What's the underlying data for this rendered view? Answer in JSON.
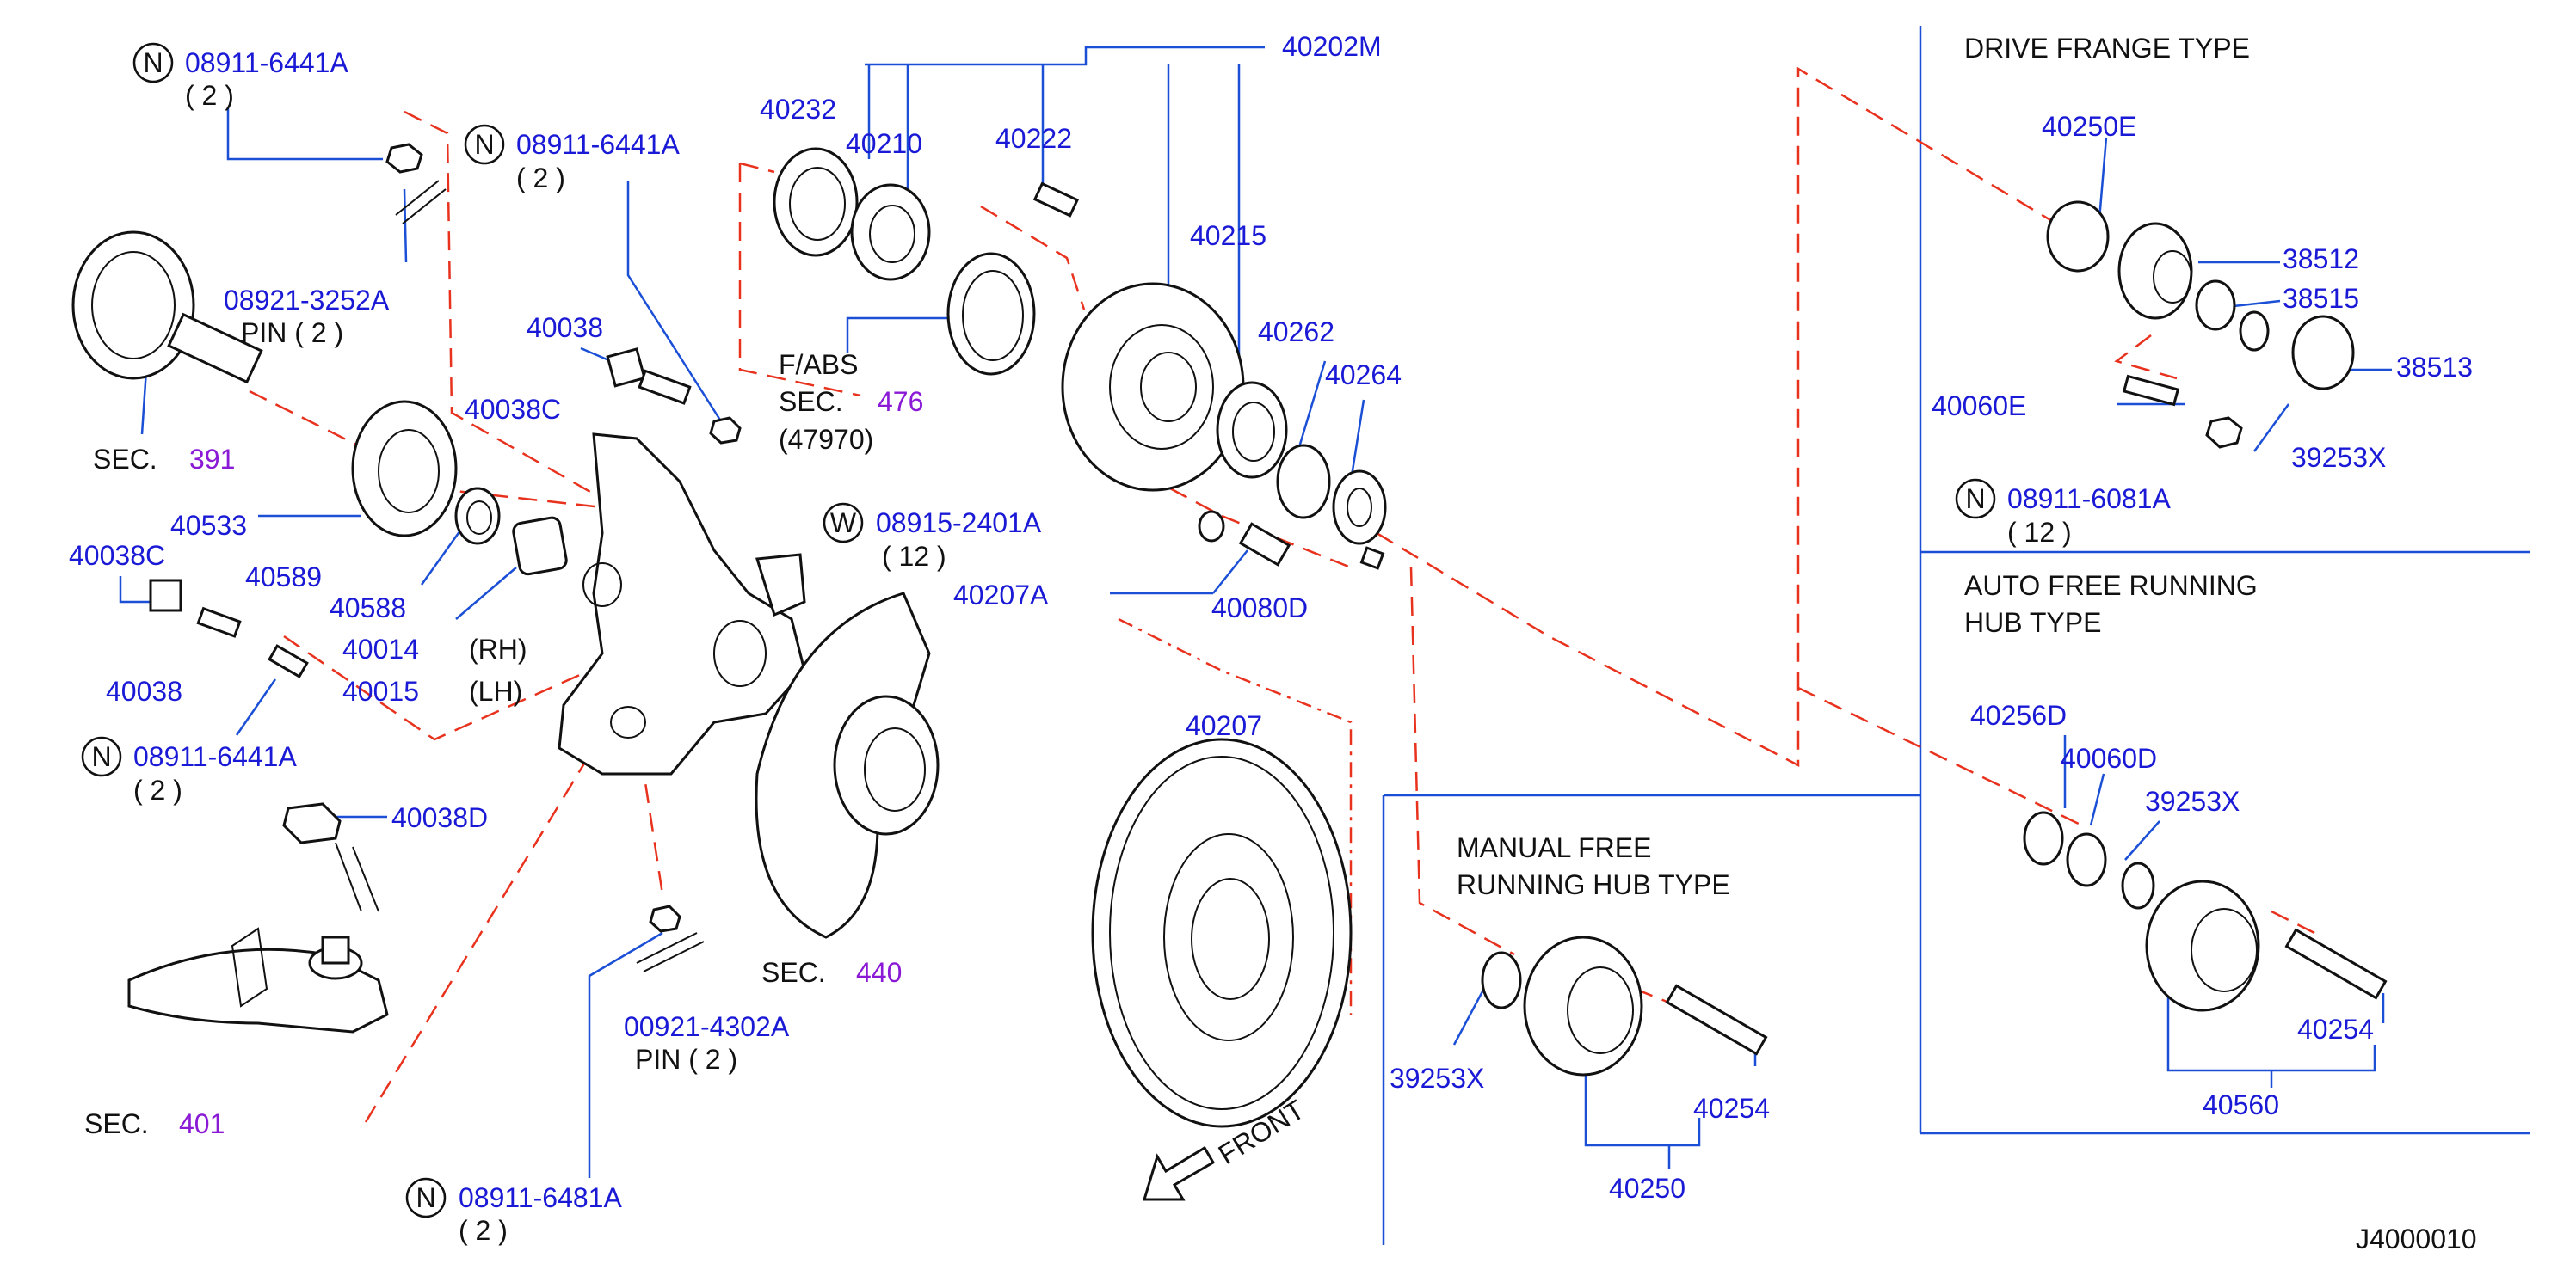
{
  "colors": {
    "part_number": "#1a1ad6",
    "section_ref": "#8a1ad6",
    "leader": "#1a4fd6",
    "phantom": "#e8321e",
    "text": "#111111"
  },
  "callouts": {
    "c1": {
      "code": "08911-6441A",
      "qty": "( 2 )",
      "mark": "N"
    },
    "c2": {
      "code": "08911-6441A",
      "qty": "( 2 )",
      "mark": "N"
    },
    "c3": {
      "code": "08921-3252A",
      "sub": "PIN  ( 2 )"
    },
    "c4": {
      "code": "08911-6441A",
      "qty": "( 2 )",
      "mark": "N"
    },
    "c5": {
      "code": "08915-2401A",
      "qty": "( 12 )",
      "mark": "W"
    },
    "c6": {
      "code": "00921-4302A",
      "sub": "PIN  ( 2 )"
    },
    "c7": {
      "code": "08911-6481A",
      "qty": "( 2 )",
      "mark": "N"
    },
    "c8": {
      "code": "08911-6081A",
      "qty": "( 12 )",
      "mark": "N"
    }
  },
  "parts": {
    "p40202M": "40202M",
    "p40232": "40232",
    "p40210": "40210",
    "p40222": "40222",
    "p40215": "40215",
    "p40262": "40262",
    "p40264": "40264",
    "p40038": "40038",
    "p40038C_a": "40038C",
    "p40038C_b": "40038C",
    "p40533": "40533",
    "p40589": "40589",
    "p40588": "40588",
    "p40014": "40014",
    "p40015": "40015",
    "p40038_b": "40038",
    "p40038D": "40038D",
    "p40207A": "40207A",
    "p40080D": "40080D",
    "p40207": "40207",
    "p40250E": "40250E",
    "p38512": "38512",
    "p38515": "38515",
    "p38513": "38513",
    "p40060E": "40060E",
    "p39253X_a": "39253X",
    "p40256D": "40256D",
    "p40060D": "40060D",
    "p39253X_b": "39253X",
    "p40254_a": "40254",
    "p40560": "40560",
    "p39253X_c": "39253X",
    "p40254_b": "40254",
    "p40250": "40250"
  },
  "sections": {
    "s391": {
      "label": "SEC.",
      "num": "391"
    },
    "s476": {
      "label": "SEC.",
      "num": "476",
      "pre": "F/ABS",
      "post": "(47970)"
    },
    "s440": {
      "label": "SEC.",
      "num": "440"
    },
    "s401": {
      "label": "SEC.",
      "num": "401"
    }
  },
  "side_rh": "(RH)",
  "side_lh": "(LH)",
  "panels": {
    "drive_flange": "DRIVE  FRANGE  TYPE",
    "auto_free_1": "AUTO  FREE  RUNNING",
    "auto_free_2": "HUB  TYPE",
    "manual_free_1": "MANUAL  FREE",
    "manual_free_2": "RUNNING  HUB  TYPE"
  },
  "front_label": "FRONT",
  "diagram_code": "J4000010"
}
